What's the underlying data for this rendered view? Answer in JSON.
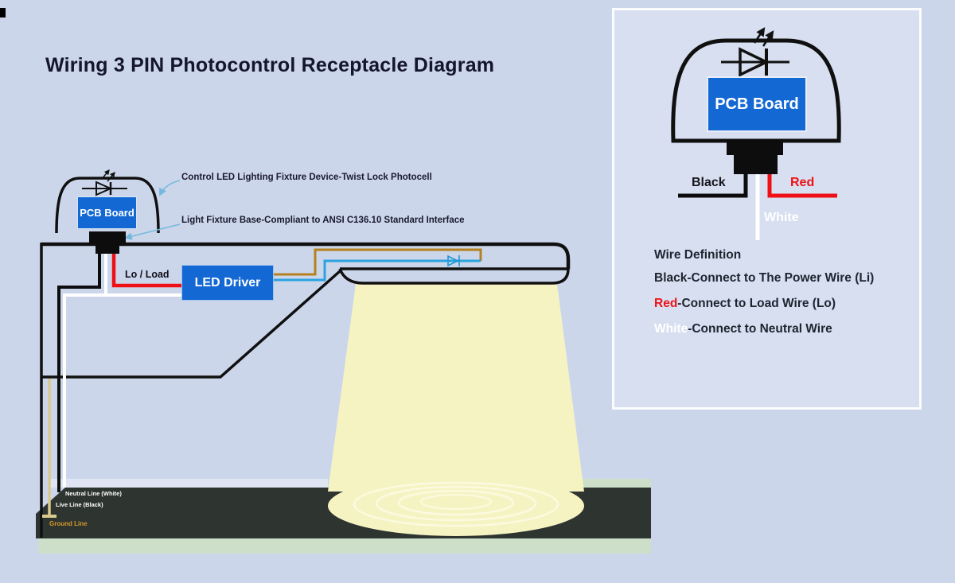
{
  "page": {
    "title": "Wiring 3 PIN Photocontrol Receptacle Diagram"
  },
  "device": {
    "pcb_label": "PCB Board",
    "annotation_photocell": "Control LED Lighting Fixture Device-Twist Lock Photocell",
    "annotation_base": "Light Fixture Base-Compliant to ANSI C136.10 Standard Interface",
    "load_label": "Lo / Load",
    "led_driver_label": "LED Driver"
  },
  "ground": {
    "neutral_label": "Neutral Line (White)",
    "live_label": "Live Line (Black)",
    "ground_label": "Ground Line"
  },
  "panel": {
    "pcb_label": "PCB Board",
    "black_label": "Black",
    "red_label": "Red",
    "white_label": "White",
    "definition_title": "Wire Definition",
    "rows": [
      {
        "label": "Black",
        "text": "-Connect to The Power Wire (Li)",
        "label_color": "#20242e"
      },
      {
        "label": "Red",
        "text": "-Connect to Load Wire (Lo)",
        "label_color": "#ed1216"
      },
      {
        "label": "White",
        "text": "-Connect to Neutral Wire",
        "label_color": "#ffffff"
      }
    ]
  },
  "colors": {
    "background": "#ccd6eb",
    "panel_background": "#d7dff0",
    "pcb_blue": "#1468d4",
    "wire_red": "#ee1016",
    "wire_black": "#0d0d0d",
    "wire_white": "#ffffff",
    "wire_ground_tan": "#d9c98e",
    "wire_brown": "#b5811f",
    "wire_blue": "#2aa3df",
    "beam_yellow": "#f6f3c3",
    "road_dark": "#2e3430",
    "grass_green": "#cedfc9",
    "annotation_arrow_blue": "#74b9dc"
  }
}
